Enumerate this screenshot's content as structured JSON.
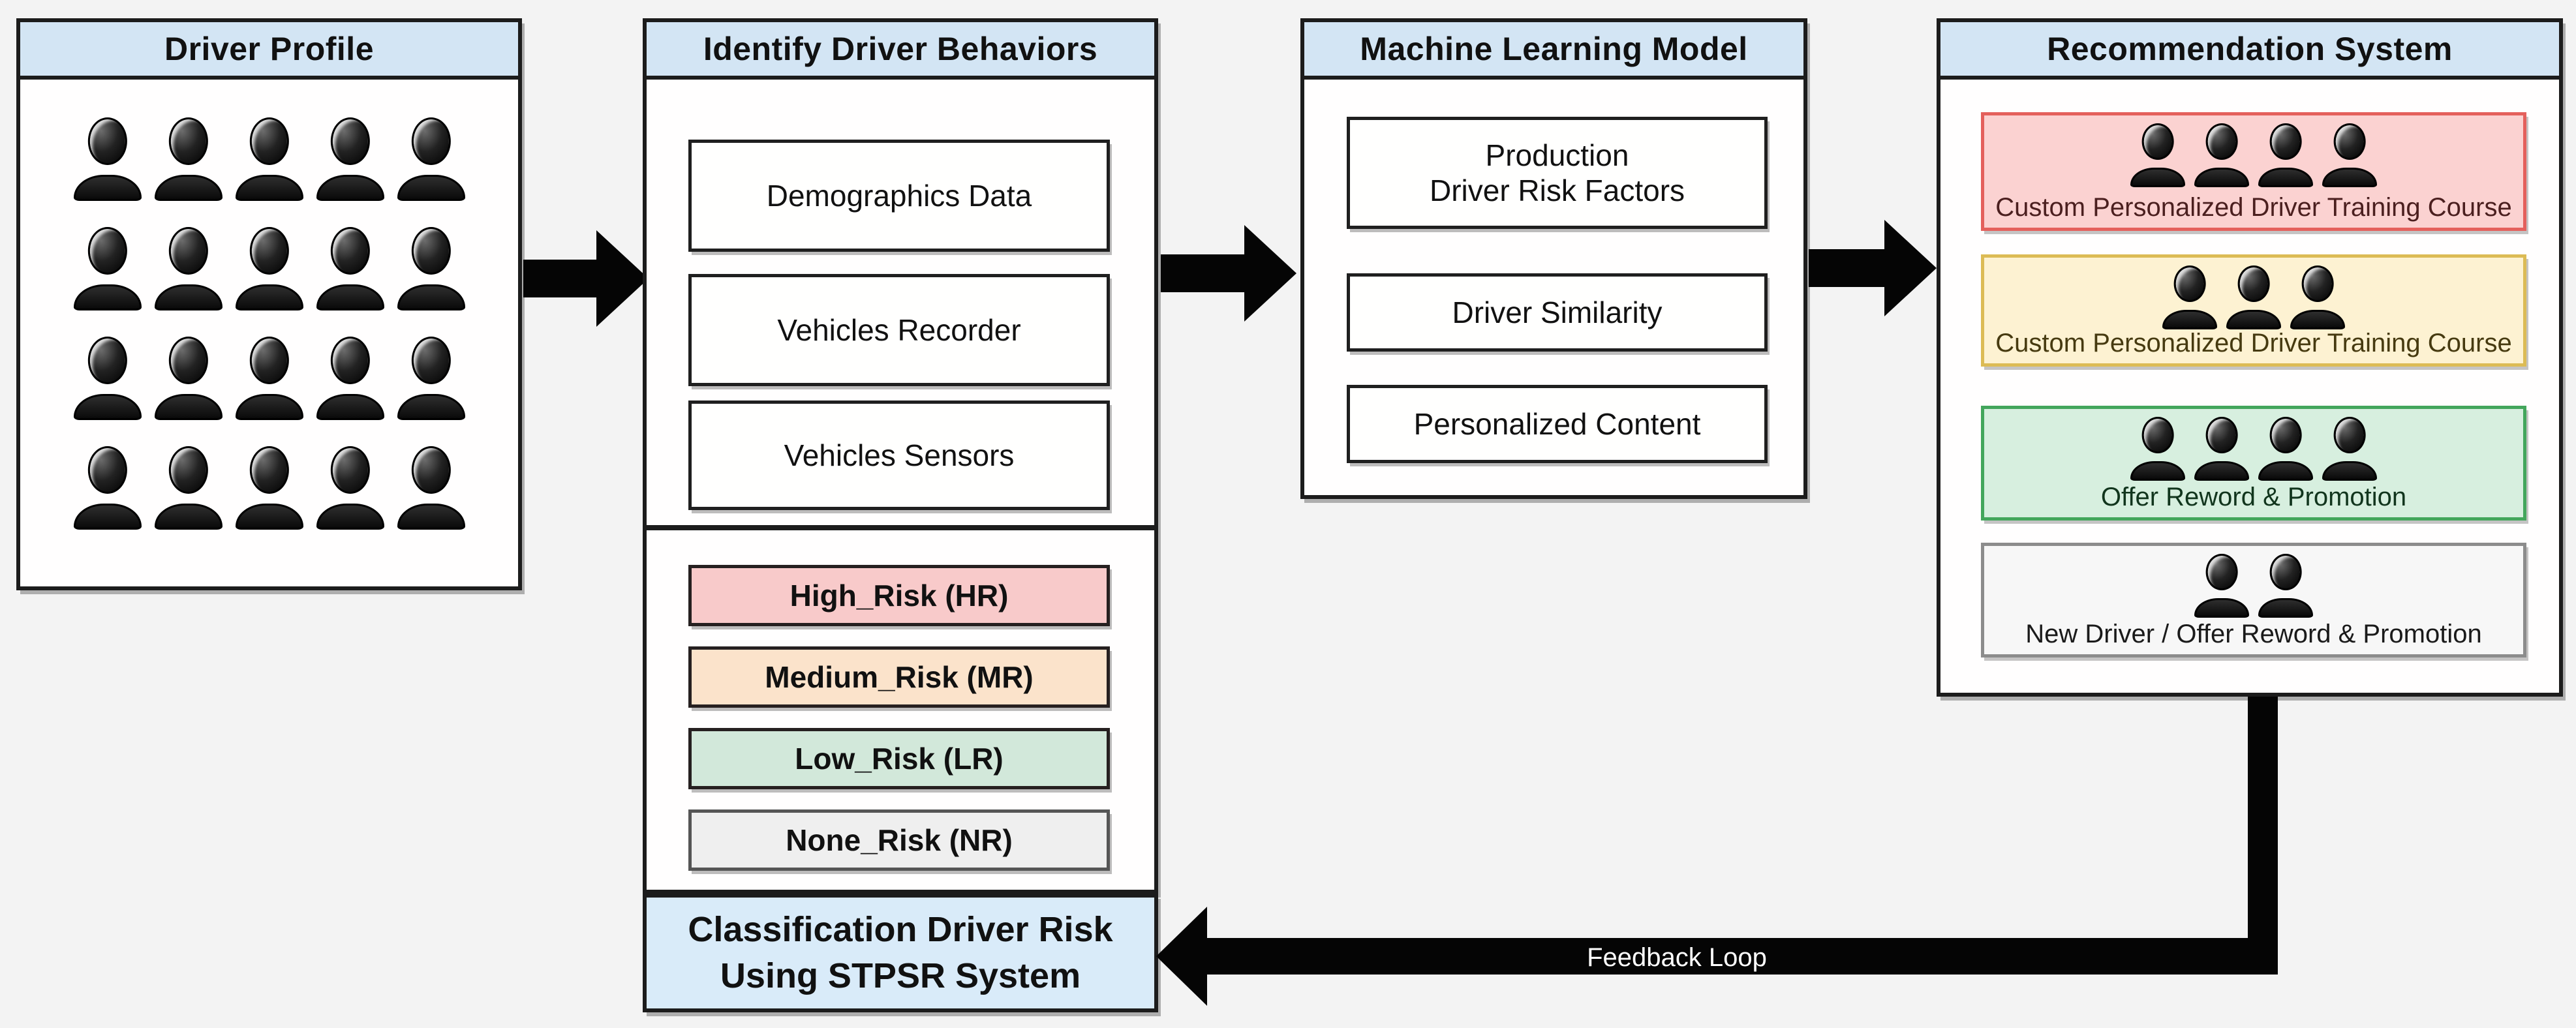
{
  "background": "#f3f3f3",
  "palette": {
    "header_blue": "#d3e5f4",
    "classification_blue": "#d9ebf9",
    "box_border": "#1c1c1c",
    "arrow_black": "#050505",
    "risk_high_fill": "#f8caca",
    "risk_medium_fill": "#fbe3cb",
    "risk_low_fill": "#d2e8da",
    "risk_none_fill": "#efefef",
    "card_red_fill": "#fbd2d1",
    "card_red_border": "#e4605c",
    "card_yellow_fill": "#fdf2d2",
    "card_yellow_border": "#dcbb55",
    "card_green_fill": "#d7efdf",
    "card_green_border": "#43a65c",
    "card_gray_fill": "#f7f7f7",
    "card_gray_border": "#8c8c8c"
  },
  "driver_profile": {
    "title": "Driver Profile",
    "people_rows": 4,
    "people_per_row": 5
  },
  "identify_behaviors": {
    "title": "Identify Driver Behaviors",
    "sources": [
      "Demographics Data",
      "Vehicles Recorder",
      "Vehicles Sensors"
    ],
    "risk_levels": [
      {
        "code": "HR",
        "label": "High_Risk (HR)"
      },
      {
        "code": "MR",
        "label": "Medium_Risk (MR)"
      },
      {
        "code": "LR",
        "label": "Low_Risk (LR)"
      },
      {
        "code": "NR",
        "label": "None_Risk (NR)"
      }
    ]
  },
  "classification": {
    "title": "Classification Driver Risk\nUsing STPSR System"
  },
  "machine_learning": {
    "title": "Machine Learning Model",
    "components": [
      "Production\nDriver Risk Factors",
      "Driver Similarity",
      "Personalized Content"
    ]
  },
  "recommendation": {
    "title": "Recommendation System",
    "cards": [
      {
        "label": "Custom Personalized Driver Training Course",
        "people_count": 4,
        "level": "high-risk"
      },
      {
        "label": "Custom Personalized Driver Training Course",
        "people_count": 3,
        "level": "medium-risk"
      },
      {
        "label": "Offer Reword & Promotion",
        "people_count": 4,
        "level": "low-risk"
      },
      {
        "label": "New Driver / Offer Reword & Promotion",
        "people_count": 2,
        "level": "none-risk"
      }
    ]
  },
  "feedback_loop": {
    "label": "Feedback Loop"
  },
  "icons": {
    "person": "person-icon"
  }
}
